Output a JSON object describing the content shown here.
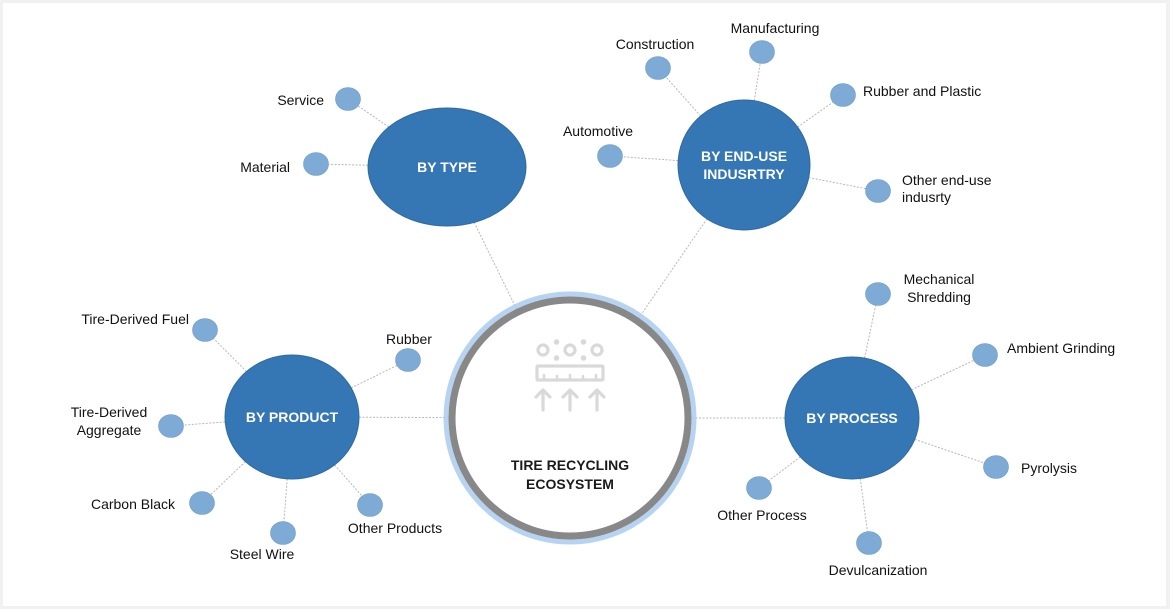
{
  "title": "Tire Recycling Ecosystem",
  "colors": {
    "hub_fill": "#3576b4",
    "hub_stroke": "#2f6aa2",
    "leaf_fill": "#7eaad6",
    "center_ring": "#888888",
    "center_glow": "#a9cdf0",
    "icon_color": "#d9d9d9",
    "connector": "#b8b8b8"
  },
  "center": {
    "label_lines": [
      "TIRE RECYCLING",
      "ECOSYSTEM"
    ],
    "icon": "tire-shredding-icon"
  },
  "hubs": [
    {
      "id": "by-type",
      "label_lines": [
        "BY TYPE"
      ],
      "leaves": [
        {
          "label_lines": [
            "Service"
          ]
        },
        {
          "label_lines": [
            "Material"
          ]
        }
      ]
    },
    {
      "id": "by-end-use-industry",
      "label_lines": [
        "BY END-USE",
        "INDUSRTRY"
      ],
      "leaves": [
        {
          "label_lines": [
            "Construction"
          ]
        },
        {
          "label_lines": [
            "Manufacturing"
          ]
        },
        {
          "label_lines": [
            "Rubber and Plastic"
          ]
        },
        {
          "label_lines": [
            "Automotive"
          ]
        },
        {
          "label_lines": [
            "Other end-use",
            "indusrty"
          ]
        }
      ]
    },
    {
      "id": "by-product",
      "label_lines": [
        "BY PRODUCT"
      ],
      "leaves": [
        {
          "label_lines": [
            "Tire-Derived Fuel"
          ]
        },
        {
          "label_lines": [
            "Rubber"
          ]
        },
        {
          "label_lines": [
            "Tire-Derived",
            "Aggregate"
          ]
        },
        {
          "label_lines": [
            "Carbon Black"
          ]
        },
        {
          "label_lines": [
            "Steel Wire"
          ]
        },
        {
          "label_lines": [
            "Other Products"
          ]
        }
      ]
    },
    {
      "id": "by-process",
      "label_lines": [
        "BY PROCESS"
      ],
      "leaves": [
        {
          "label_lines": [
            "Mechanical",
            "Shredding"
          ]
        },
        {
          "label_lines": [
            "Ambient Grinding"
          ]
        },
        {
          "label_lines": [
            "Pyrolysis"
          ]
        },
        {
          "label_lines": [
            "Other Process"
          ]
        },
        {
          "label_lines": [
            "Devulcanization"
          ]
        }
      ]
    }
  ]
}
